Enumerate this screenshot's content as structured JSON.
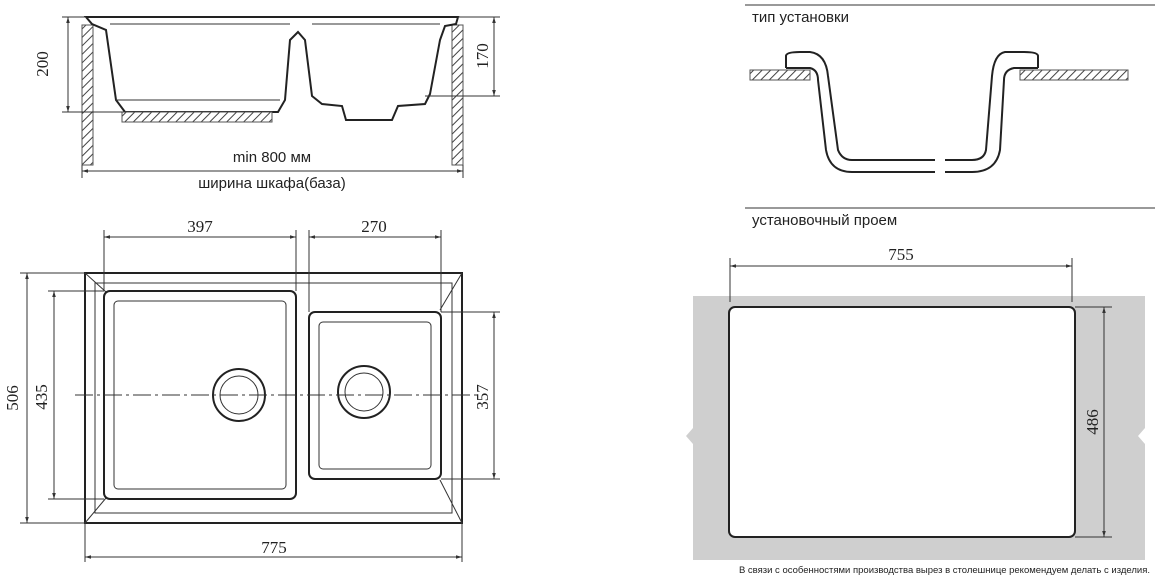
{
  "side_view": {
    "dim_height_left": "200",
    "dim_height_right": "170",
    "cabinet_min": "min 800 мм",
    "cabinet_label": "ширина шкафа(база)"
  },
  "top_view": {
    "dim_bowl_large": "397",
    "dim_bowl_small": "270",
    "dim_total_height": "506",
    "dim_large_height": "435",
    "dim_small_height": "357",
    "dim_total_width": "775"
  },
  "mounting": {
    "title": "тип установки"
  },
  "cutout": {
    "title": "установочный проем",
    "dim_width": "755",
    "dim_height": "486",
    "note": "В связи с особенностями производства вырез в столешнице рекомендуем делать с изделия."
  }
}
